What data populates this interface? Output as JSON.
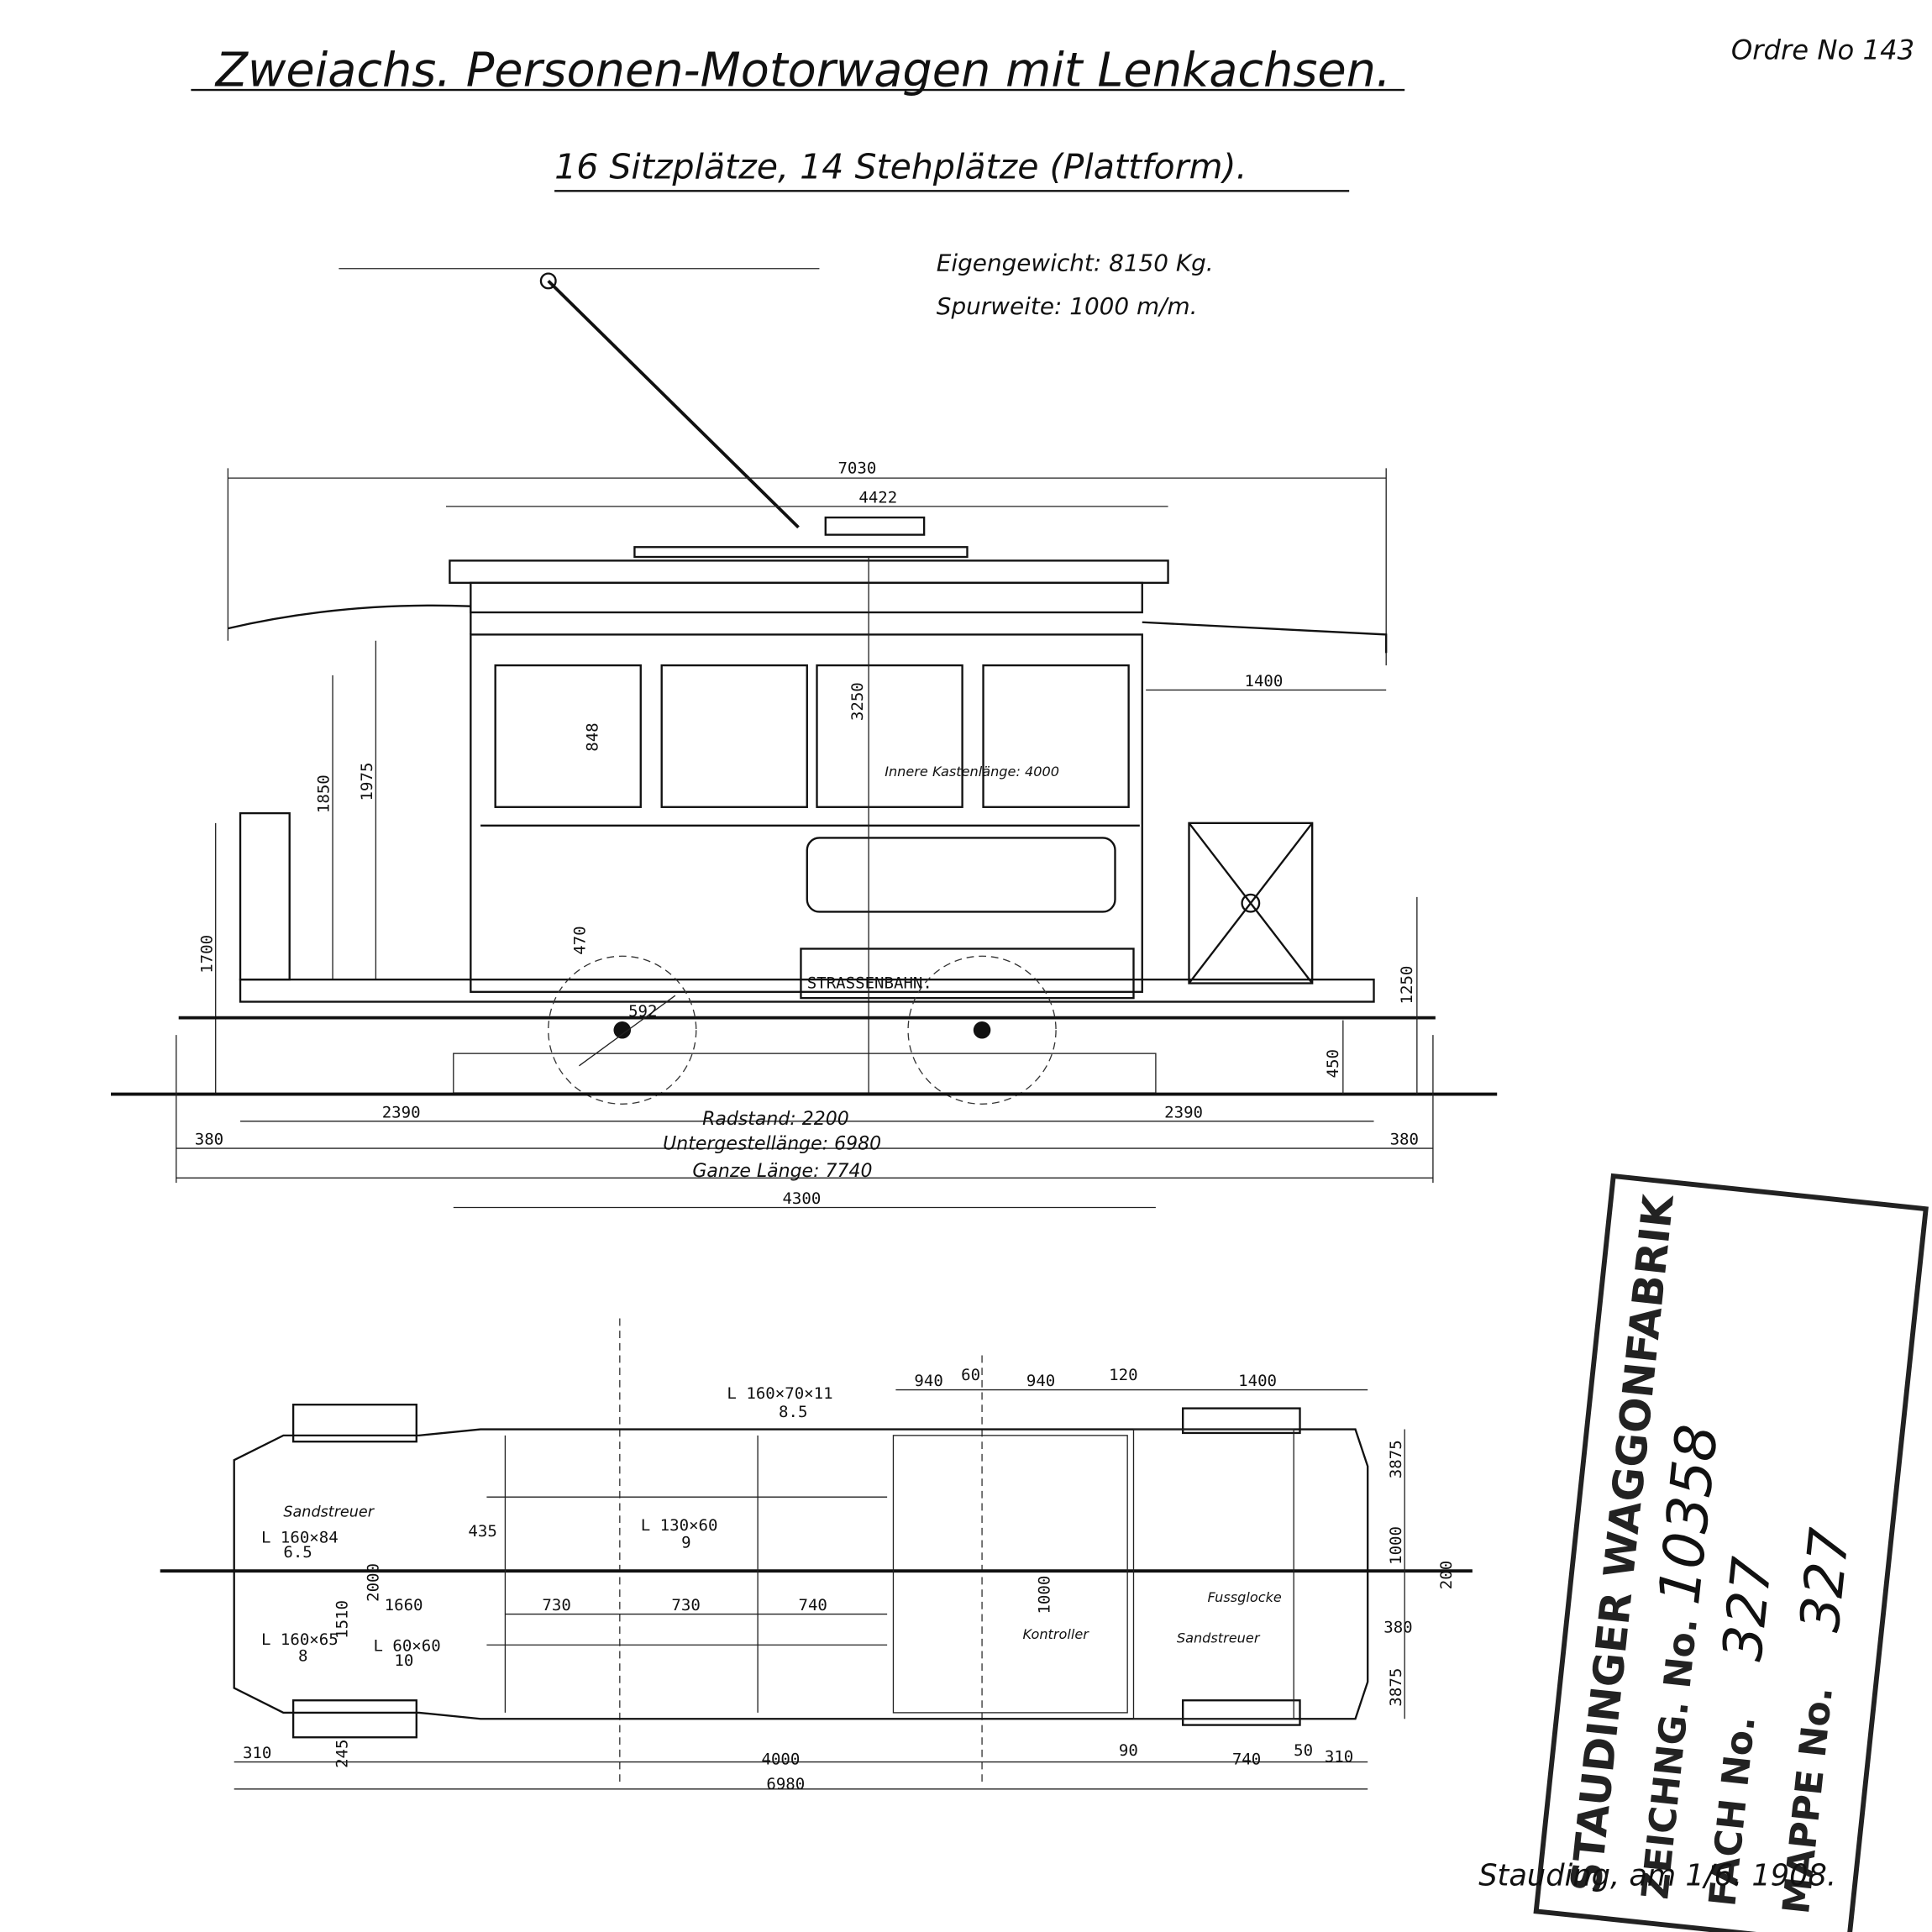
{
  "header": {
    "title": "Zweiachs. Personen-Motorwagen mit Lenkachsen.",
    "subtitle": "16 Sitzplätze, 14 Stehplätze (Plattform).",
    "order_no": "Ordre No 143",
    "weight": "Eigengewicht: 8150 Kg.",
    "gauge": "Spurweite: 1000 m/m."
  },
  "elevation": {
    "overall_roof": "7030",
    "lantern": "4422",
    "platform": "1400",
    "height_total": "3250",
    "window": "848",
    "h1850": "1850",
    "h1975": "1975",
    "h1700": "1700",
    "h470": "470",
    "wheel": "592",
    "h1250": "1250",
    "h450": "450",
    "inner_length": "Innere Kastenlänge: 4000",
    "side_lettering": "STRASSENBAHN.",
    "left_overhang": "2390",
    "right_overhang": "2390",
    "left_buffer": "380",
    "right_buffer": "380",
    "wheelbase": "Radstand: 2200",
    "frame_length": "Untergestellänge: 6980",
    "total_length": "Ganze Länge: 7740",
    "rail_len": "4300"
  },
  "plan": {
    "angle_top": "L 160×70×11",
    "angle_top_sub": "8.5",
    "d940a": "940",
    "d60": "60",
    "d940b": "940",
    "d120": "120",
    "d1400": "1400",
    "d3875a": "3875",
    "d1000": "1000",
    "d380": "380",
    "d3875b": "3875",
    "d200": "200",
    "sand": "Sandstreuer",
    "angle_a": "L 160×84",
    "angle_a_sub": "6.5",
    "d435": "435",
    "angle_b": "L 130×60",
    "angle_b_sub": "9",
    "d2000": "2000",
    "d1510": "1510",
    "d1660": "1660",
    "d730a": "730",
    "d730b": "730",
    "d740": "740",
    "angle_c": "L 160×65",
    "angle_c_sub": "8",
    "angle_d": "L 60×60",
    "angle_d_sub": "10",
    "d1000v": "1000",
    "d245": "245",
    "d310a": "310",
    "d4000": "4000",
    "d6980": "6980",
    "d90": "90",
    "d740b": "740",
    "d50": "50",
    "d310b": "310",
    "foot_bell": "Fussglocke",
    "sand2": "Sandstreuer",
    "controller": "Kontroller"
  },
  "stamp": {
    "company": "STAUDINGER WAGGONFABRIK",
    "drawing_label": "ZEICHNG. No.",
    "drawing_no": "10358",
    "fach_label": "FACH No.",
    "fach_no": "327",
    "mappe_label": "MAPPE No.",
    "mappe_no": "327"
  },
  "footer": {
    "signature": "Stauding, am 1/6. 1908."
  }
}
